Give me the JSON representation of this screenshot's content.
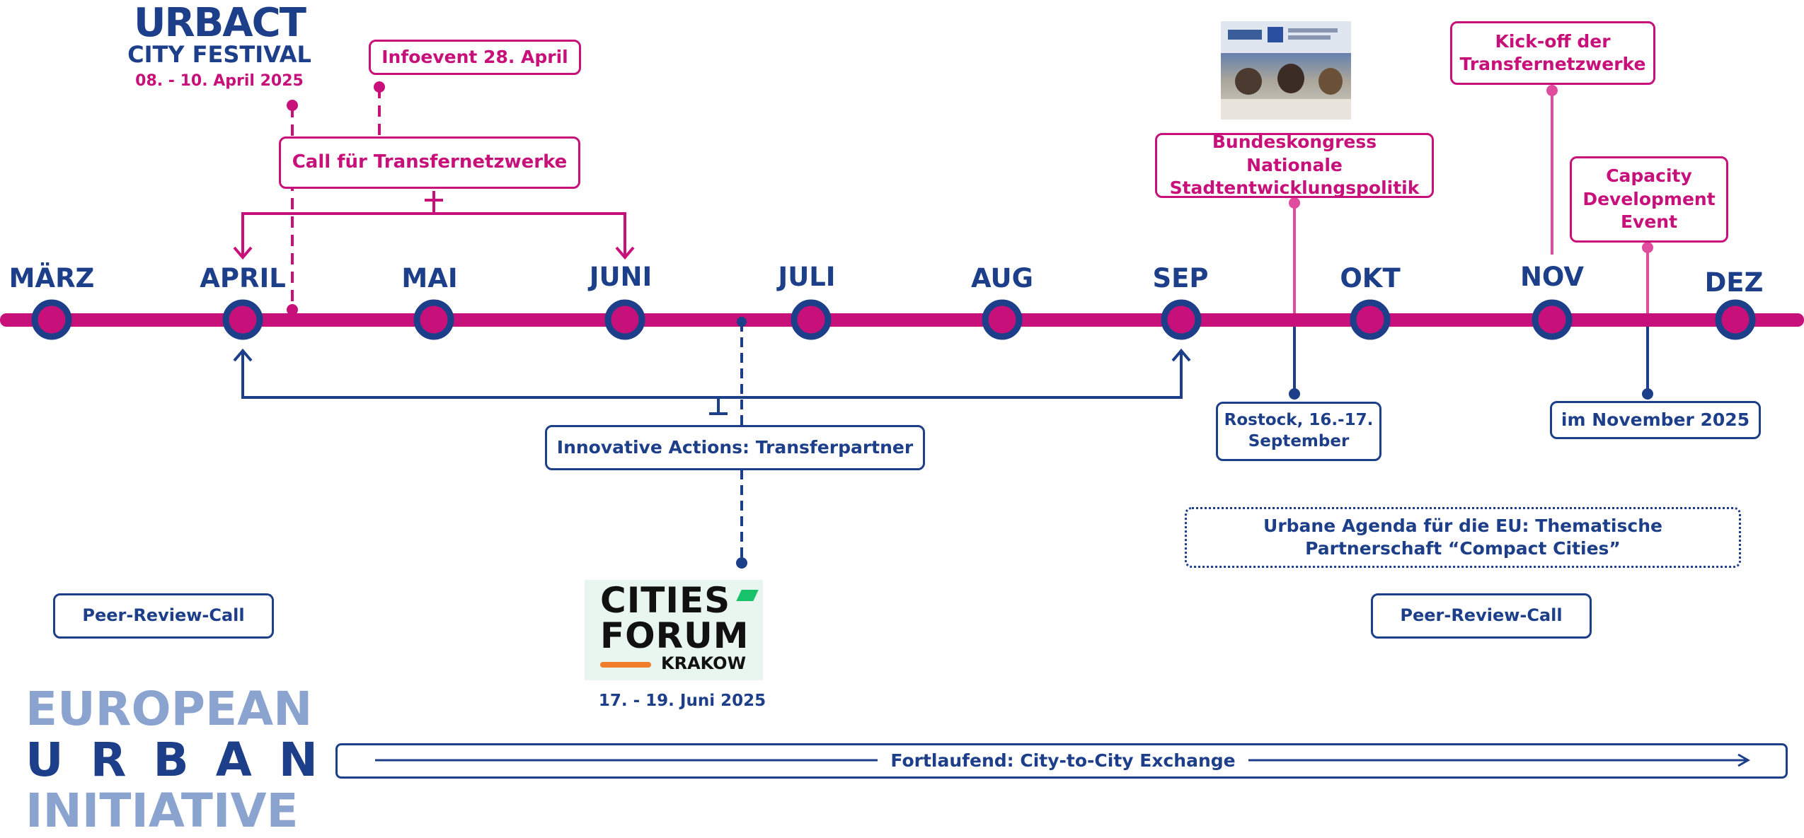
{
  "colors": {
    "accent_pink": "#c8107a",
    "accent_pink_light": "#e04d9e",
    "brand_blue": "#1d3f8a",
    "eu_light_blue": "#8aa3cf"
  },
  "urbact_logo": {
    "word": "URBACT",
    "sub": "CITY FESTIVAL",
    "date": "08. - 10. April 2025"
  },
  "months": [
    "MÄRZ",
    "APRIL",
    "MAI",
    "JUNI",
    "JULI",
    "AUG",
    "SEP",
    "OKT",
    "NOV",
    "DEZ"
  ],
  "events": {
    "infoevent": "Infoevent 28. April",
    "call_transfer": "Call für Transfernetzwerke",
    "bundeskongress": "Bundeskongress Nationale Stadtentwicklungspolitik",
    "kickoff": "Kick-off der Transfernetzwerke",
    "capacity": "Capacity Development Event",
    "innovative": "Innovative Actions: Transferpartner",
    "rostock": "Rostock, 16.-17. September",
    "november": "im November 2025",
    "urbane_agenda": "Urbane Agenda für die EU: Thematische Partnerschaft “Compact Cities”",
    "peer_review_left": "Peer-Review-Call",
    "peer_review_right": "Peer-Review-Call",
    "cities_forum_date": "17. - 19. Juni 2025",
    "continuous": "Fortlaufend: City-to-City Exchange"
  },
  "cities_forum_logo": {
    "line1": "CITIES",
    "line2": "FORUM",
    "line3": "KRAKOW"
  },
  "eui_logo": {
    "line1": "EUROPEAN",
    "line2": "URBAN",
    "line3": "INITIATIVE"
  },
  "photo": {
    "description_icon": "conference-photo-icon"
  }
}
